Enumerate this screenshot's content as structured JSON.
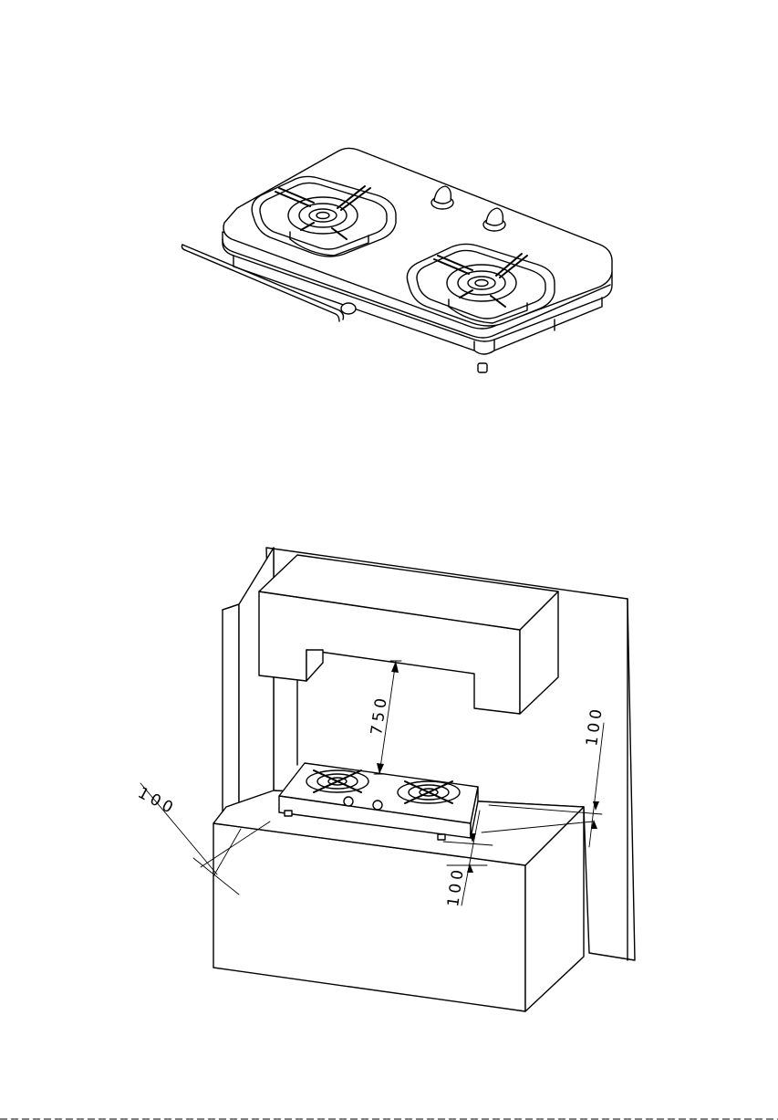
{
  "dimensions": {
    "hood_clearance": "750",
    "left_side_clearance": "100",
    "right_side_clearance": "100",
    "front_clearance": "100"
  }
}
